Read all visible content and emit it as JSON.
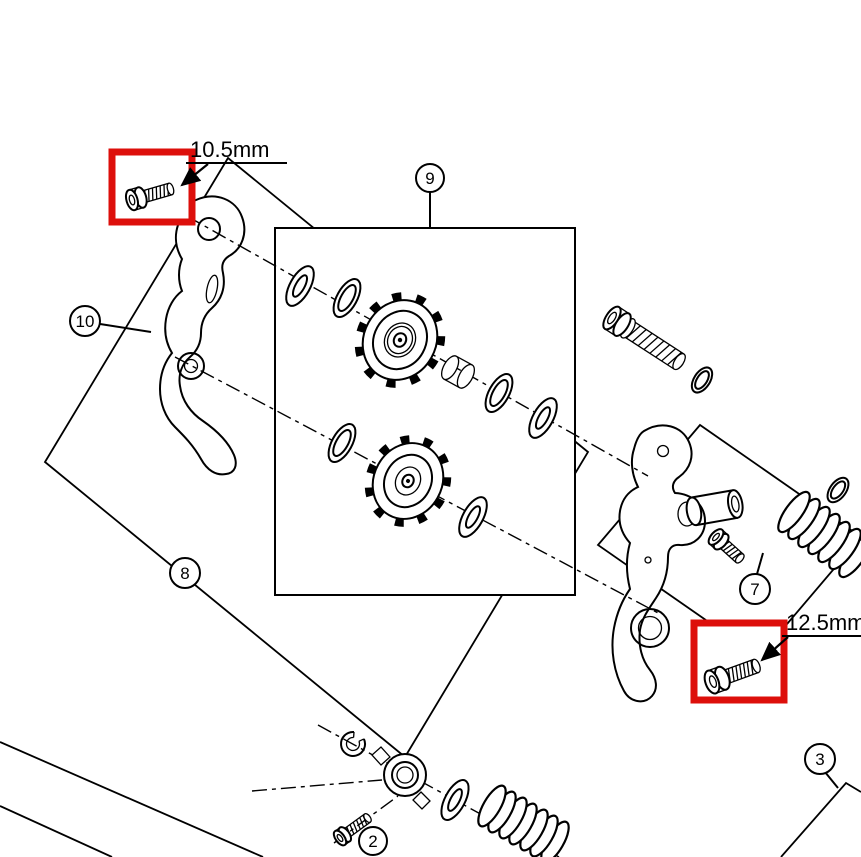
{
  "diagram": {
    "type": "exploded-parts-diagram",
    "dimensions": {
      "top": {
        "label": "10.5mm"
      },
      "bottom": {
        "label": "12.5mm"
      }
    },
    "callouts": {
      "part2": "2",
      "part3": "3",
      "part7": "7",
      "part8": "8",
      "part9": "9",
      "part10": "10"
    },
    "colors": {
      "highlight": "#dd0f0b",
      "line": "#000000",
      "background": "#ffffff"
    }
  }
}
